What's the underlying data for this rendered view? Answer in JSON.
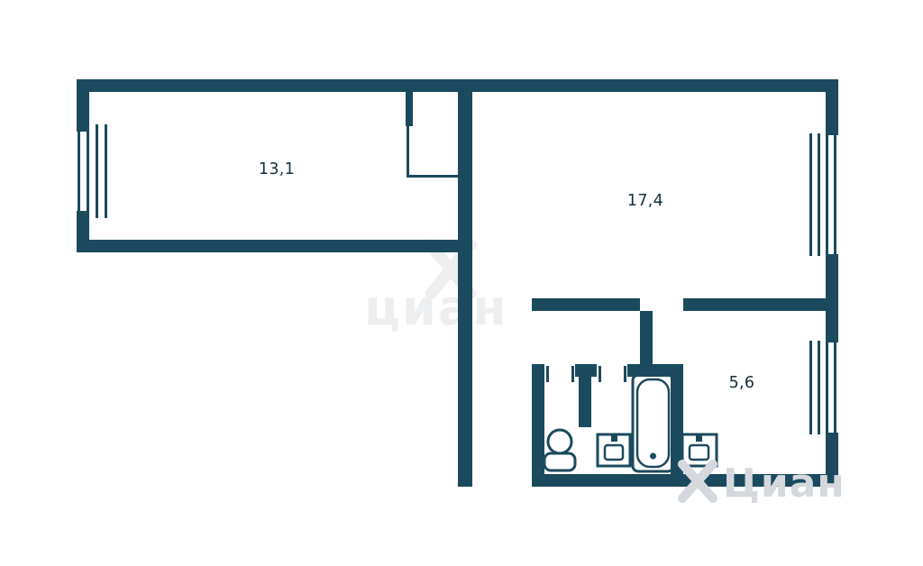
{
  "plan": {
    "colors": {
      "wall": "#1b4a5e",
      "background": "#ffffff",
      "label": "#14313e",
      "watermark_faint": "#eceef0",
      "watermark": "#d5d9dd"
    },
    "rooms": [
      {
        "id": "living-room",
        "area": "13,1"
      },
      {
        "id": "bedroom",
        "area": "17,4"
      },
      {
        "id": "kitchen",
        "area": "5,6"
      }
    ],
    "fixtures": [
      {
        "id": "toilet"
      },
      {
        "id": "sink"
      },
      {
        "id": "bathtub"
      },
      {
        "id": "kitchen-sink"
      }
    ],
    "watermark": {
      "brand": "Циан",
      "center": "циан"
    }
  }
}
